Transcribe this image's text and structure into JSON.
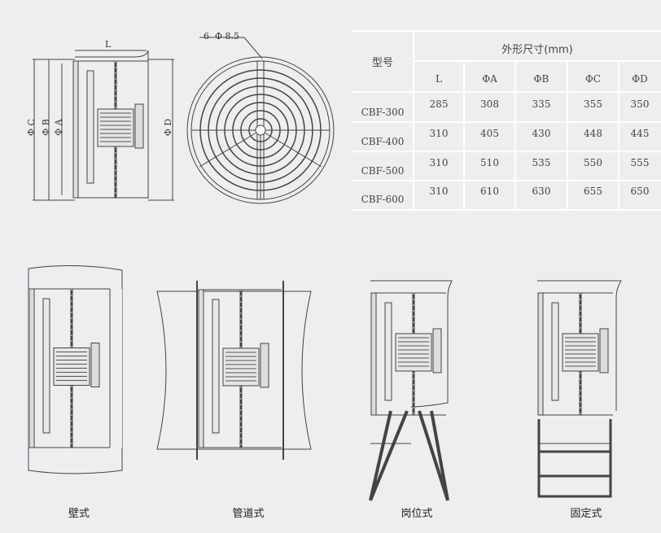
{
  "top_drawing": {
    "dim_L": "L",
    "dim_C": "Φ C",
    "dim_B": "Φ B",
    "dim_A": "Φ A",
    "dim_D": "Φ D",
    "hole_note": "6  Φ 8.5"
  },
  "table": {
    "model_header": "型号",
    "dims_header": "外形尺寸(mm)",
    "columns": [
      "L",
      "ΦA",
      "ΦB",
      "ΦC",
      "ΦD"
    ],
    "rows": [
      {
        "model": "CBF-300",
        "values": [
          "285",
          "308",
          "335",
          "355",
          "350"
        ]
      },
      {
        "model": "CBF-400",
        "values": [
          "310",
          "405",
          "430",
          "448",
          "445"
        ]
      },
      {
        "model": "CBF-500",
        "values": [
          "310",
          "510",
          "535",
          "550",
          "555"
        ]
      },
      {
        "model": "CBF-600",
        "values": [
          "310",
          "610",
          "630",
          "655",
          "650"
        ]
      }
    ]
  },
  "mounting_types": [
    "壁式",
    "管道式",
    "岗位式",
    "固定式"
  ]
}
